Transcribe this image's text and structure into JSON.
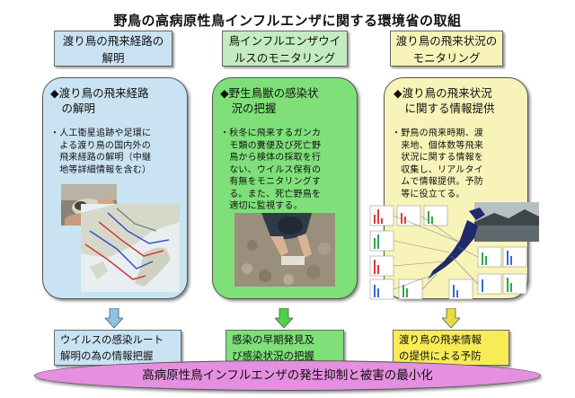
{
  "title": "野鳥の高病原性鳥インフルエンザに関する環境省の取組",
  "columns": [
    {
      "header": "渡り鳥の飛来経路の\n解明",
      "panel_title": "◆渡り鳥の飛来経路\n　の解明",
      "panel_body": "・人工衛星追跡や足環に\n　よる渡り鳥の国内外の\n　飛来経路の解明（中継\n　地等詳細情報を含む）",
      "outcome": "ウイルスの感染ルート\n解明の為の情報把握",
      "colors": {
        "header": "#c9e3f2",
        "panel": "#c9e3f2",
        "outcome": "#c9e3f2",
        "arrow": "#8fc3e3"
      }
    },
    {
      "header": "鳥インフルエンザウイ\nルスのモニタリング",
      "panel_title": "◆野生鳥獣の感染状\n　況の把握",
      "panel_body": "・秋冬に飛来するガンカ\n　モ類の糞便及び死亡野\n　鳥から検体の採取を行\n　ない、ウイルス保有の\n　有無をモニタリングす\n　る。また、死亡野鳥を\n　適切に監視する。",
      "outcome": "感染の早期発見及\nび感染状況の把握",
      "colors": {
        "header": "#c4ecc0",
        "panel": "#7fe07a",
        "outcome": "#7fe07a",
        "arrow": "#4fd24a"
      }
    },
    {
      "header": "渡り鳥の飛来状況の\nモニタリング",
      "panel_title": "◆渡り鳥の飛来状況\n　に関する情報提供",
      "panel_body": "・野鳥の飛来時期、渡\n　来地、個体数等飛来\n　状況に関する情報を\n　収集し、リアルタイ\n　ムで情報提供。予防\n　等に役立てる。",
      "outcome": "渡り鳥の飛来情報\nの提供による予防",
      "colors": {
        "header": "#f8f3b8",
        "panel": "#f8f3b8",
        "outcome": "#f7ec55",
        "arrow": "#e8dc45"
      }
    }
  ],
  "bottom_banner": "高病原性鳥インフルエンザの発生抑制と被害の最小化"
}
